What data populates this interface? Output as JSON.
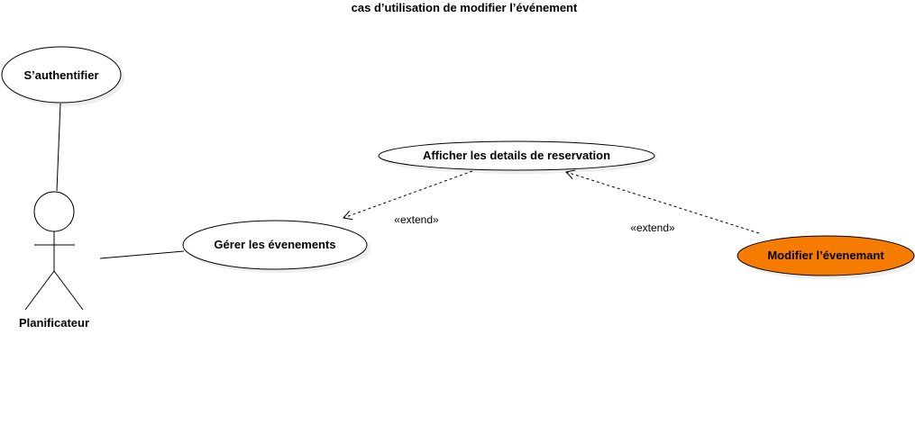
{
  "title": "cas d’utilisation de modifier l’événement",
  "actor": {
    "name": "Planificateur"
  },
  "use_cases": {
    "authentifier": "S’authentifier",
    "afficher": "Afficher les details de reservation",
    "gerer": "Gérer les évenements",
    "modifier": "Modifier l’évenemant"
  },
  "relations": {
    "extend_1": "«extend»",
    "extend_2": "«extend»"
  },
  "colors": {
    "highlight_fill": "#f57c00",
    "stroke": "#000000",
    "shadow": "#eeeeee"
  }
}
